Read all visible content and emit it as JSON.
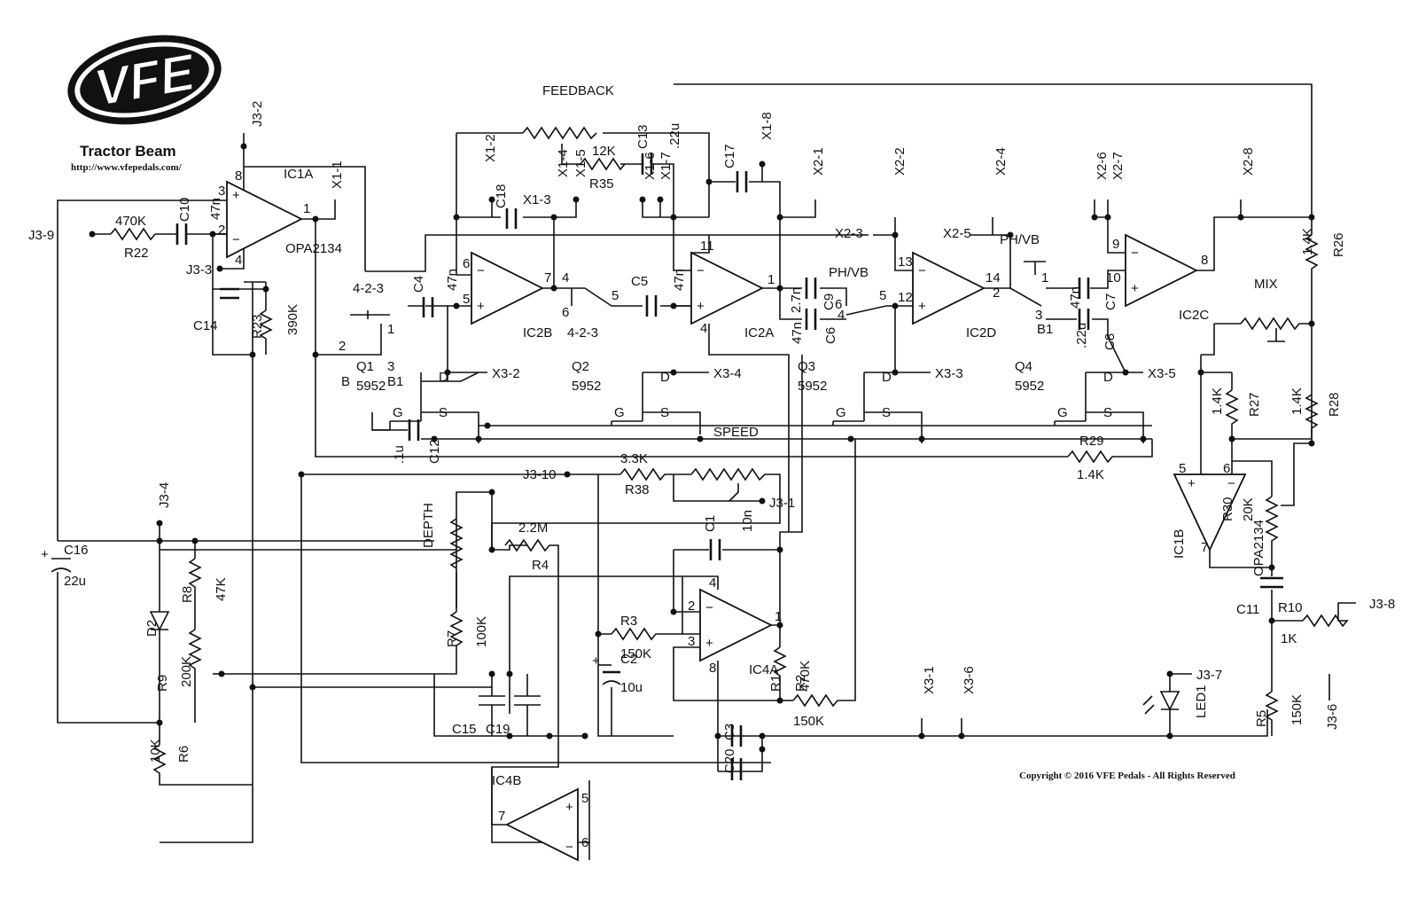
{
  "title": "Tractor Beam",
  "url": "http://www.vfepedals.com/",
  "logo_text": "VFE",
  "copyright": "Copyright © 2016 VFE Pedals - All Rights Reserved",
  "controls": {
    "feedback": "FEEDBACK",
    "speed": "SPEED",
    "depth": "DEPTH",
    "mix": "MIX",
    "phvb1": "PH/VB",
    "phvb2": "PH/VB"
  },
  "ics": {
    "ic1a": "IC1A",
    "ic1a_part": "OPA2134",
    "ic2b": "IC2B",
    "ic2a": "IC2A",
    "ic2d": "IC2D",
    "ic2c": "IC2C",
    "ic1b": "IC1B",
    "ic1b_part": "OPA2134",
    "ic4a": "IC4A",
    "ic4b": "IC4B"
  },
  "transistors": [
    {
      "name": "Q1",
      "part": "5952"
    },
    {
      "name": "Q2",
      "part": "5952"
    },
    {
      "name": "Q3",
      "part": "5952"
    },
    {
      "name": "Q4",
      "part": "5952"
    }
  ],
  "switch_labels": {
    "sw1": "4-2-3",
    "sw2": "4-2-3",
    "b": "B",
    "b1": "B1",
    "b1b": "B1"
  },
  "resistors": {
    "r22": "R22",
    "r22v": "470K",
    "r23": "R23",
    "r23v": "390K",
    "r35": "R35",
    "r35v": "12K",
    "r26": "R26",
    "r26v": "1.4K",
    "r27": "R27",
    "r27v": "1.4K",
    "r28": "R28",
    "r28v": "1.4K",
    "r29": "R29",
    "r29v": "1.4K",
    "r38": "R38",
    "r38v": "3.3K",
    "r4": "R4",
    "r4v": "2.2M",
    "r7": "R7",
    "r7v": "100K",
    "r8": "R8",
    "r8v": "47K",
    "r9": "R9",
    "r9v": "200K",
    "r6": "R6",
    "r6v": "10K",
    "r3": "R3",
    "r3v": "150K",
    "r1": "R1",
    "r1v": "470K",
    "r2": "R2",
    "r2v": "150K",
    "r30": "R30",
    "r30v": "20K",
    "r10": "R10",
    "r10v": "1K",
    "r5": "R5",
    "r5v": "150K"
  },
  "capacitors": {
    "c10": "C10",
    "c10v": "47n",
    "c14": "C14",
    "c4": "C4",
    "c4v": "47n",
    "c5": "C5",
    "c5v": "47n",
    "c9": "C9",
    "c9v": "2.7n",
    "c6": "C6",
    "c6v": "47n",
    "c7": "C7",
    "c7v": "47n",
    "c8": "C8",
    "c8v": ".22u",
    "c13": "C13",
    "c13v": ".22u",
    "c17": "C17",
    "c18": "C18",
    "c12": "C12",
    "c12v": ".1u",
    "c16": "C16",
    "c16v": "22u",
    "c1": "C1",
    "c1v": "10n",
    "c2": "C2",
    "c2v": "10u",
    "c15": "C15",
    "c19": "C19",
    "c3": "C3",
    "c20": "C20",
    "c11": "C11"
  },
  "diodes": {
    "d2": "D2",
    "led1": "LED1"
  },
  "connectors": {
    "j3_2": "J3-2",
    "j3_9": "J3-9",
    "j3_3": "J3-3",
    "j3_4": "J3-4",
    "j3_10": "J3-10",
    "j3_1": "J3-1",
    "j3_7": "J3-7",
    "j3_8": "J3-8",
    "j3_6": "J3-6",
    "x1_1": "X1-1",
    "x1_2": "X1-2",
    "x1_3": "X1-3",
    "x1_4": "X1-4",
    "x1_5": "X1-5",
    "x1_6": "X1-6",
    "x1_7": "X1-7",
    "x1_8": "X1-8",
    "x2_1": "X2-1",
    "x2_2": "X2-2",
    "x2_3": "X2-3",
    "x2_4": "X2-4",
    "x2_5": "X2-5",
    "x2_6": "X2-6",
    "x2_7": "X2-7",
    "x2_8": "X2-8",
    "x3_1": "X3-1",
    "x3_2": "X3-2",
    "x3_3": "X3-3",
    "x3_4": "X3-4",
    "x3_5": "X3-5",
    "x3_6": "X3-6"
  },
  "pins": {
    "p8": "8",
    "p3": "3",
    "p2": "2",
    "p1": "1",
    "p4": "4",
    "p6": "6",
    "p5": "5",
    "p7": "7",
    "p11": "11",
    "p13": "13",
    "p12": "12",
    "p14": "14",
    "p9": "9",
    "p10": "10"
  },
  "fet_pins": {
    "g": "G",
    "s": "S",
    "d": "D"
  }
}
